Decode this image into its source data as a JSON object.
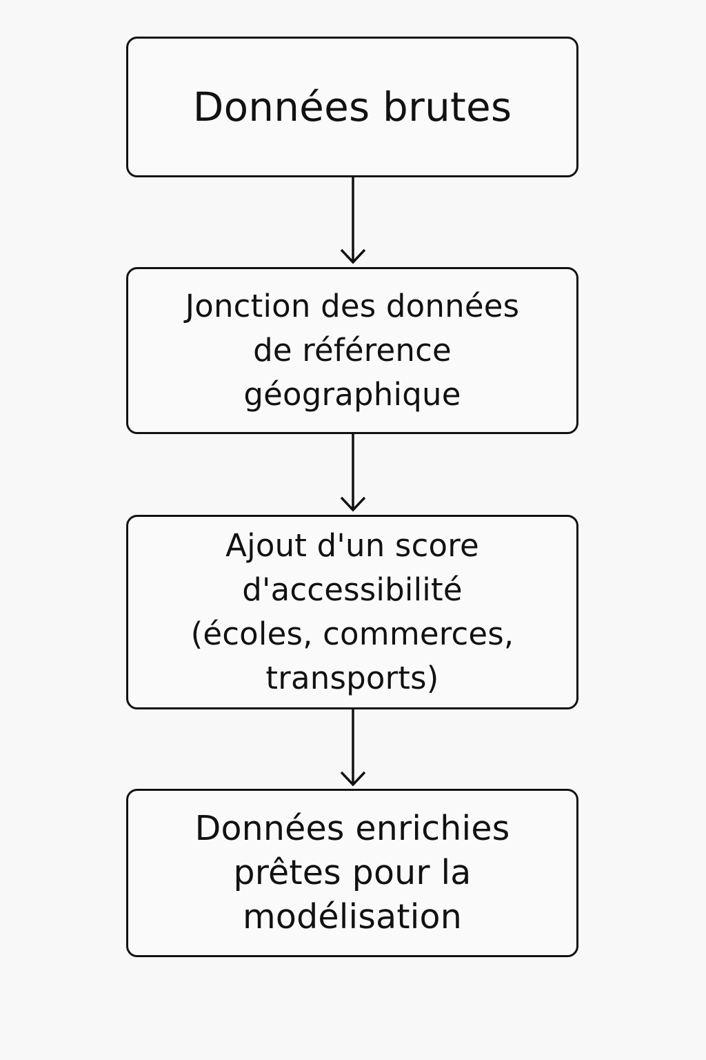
{
  "diagram": {
    "steps": [
      {
        "label": "Données brutes"
      },
      {
        "label": "Jonction des données\nde référence\ngéographique"
      },
      {
        "label": "Ajout d'un score\nd'accessibilité\n(écoles, commerces,\ntransports)"
      },
      {
        "label": "Données enrichies\nprêtes pour la\nmodélisation"
      }
    ],
    "colors": {
      "background": "#f8f8f8",
      "stroke": "#111111",
      "text": "#111111"
    }
  }
}
